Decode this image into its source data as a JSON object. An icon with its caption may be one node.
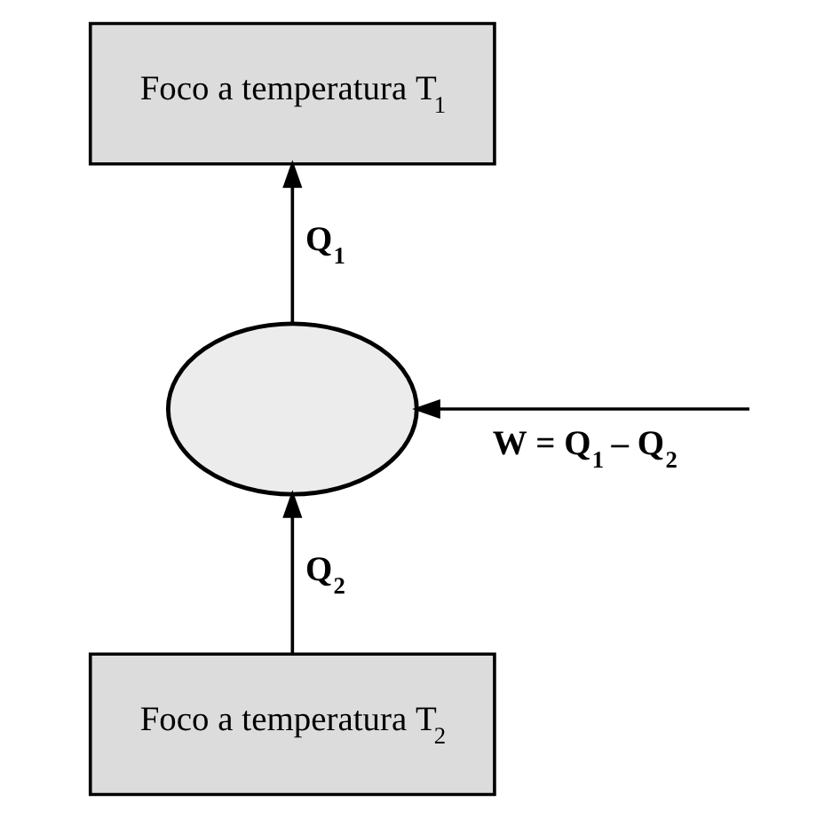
{
  "diagram": {
    "nodes": [
      {
        "text": [
          "Foco a temperatura T$_{1}$"
        ]
      },
      {
        "text": [],
        "shape": "ellipse"
      },
      {
        "text": [
          "Foco a temperatura T$_{2}$"
        ]
      }
    ],
    "edges": [
      {
        "from": 1,
        "to": 0,
        "arrow": "to",
        "label": "Q$_{1}$"
      },
      {
        "from": 2,
        "to": 1,
        "arrow": "to",
        "label": "Q$_{2}$"
      },
      {
        "from": null,
        "to": 1,
        "arrow": "to",
        "label": "W = Q$_{1}$ – Q$_{2}$"
      }
    ]
  }
}
